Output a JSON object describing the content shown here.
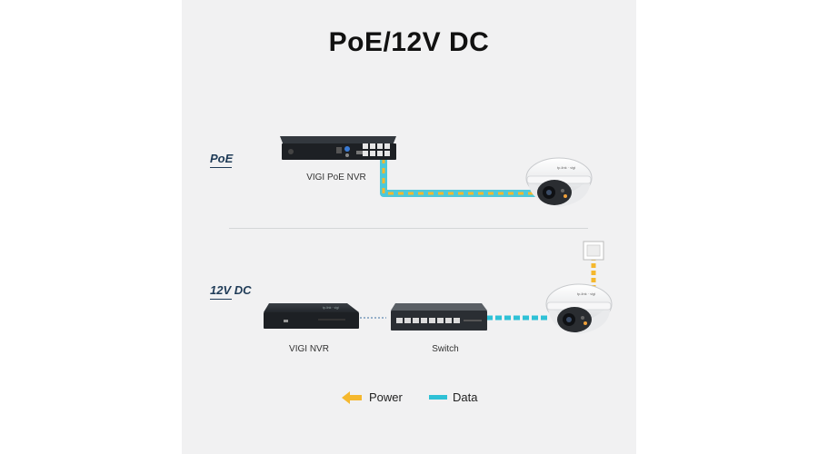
{
  "title": "PoE/12V DC",
  "sections": {
    "poe": {
      "label": "PoE",
      "nvr_label": "VIGI PoE NVR"
    },
    "dc": {
      "label": "12V DC",
      "nvr_label": "VIGI NVR",
      "switch_label": "Switch"
    }
  },
  "legend": {
    "power": "Power",
    "data": "Data"
  },
  "colors": {
    "power": "#f5b82e",
    "data": "#2fc1d6",
    "panel": "#f1f1f2",
    "device": "#1d2024"
  },
  "icons": [
    "poe-nvr-device",
    "dome-camera-icon",
    "nvr-device",
    "network-switch-device",
    "wall-outlet-icon",
    "power-arrow-icon",
    "data-line-icon"
  ]
}
